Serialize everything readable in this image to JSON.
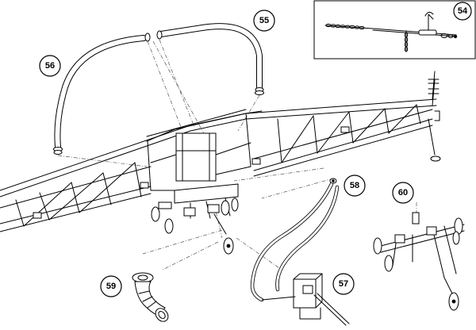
{
  "callouts": [
    {
      "id": "54",
      "label": "54"
    },
    {
      "id": "55",
      "label": "55"
    },
    {
      "id": "56",
      "label": "56"
    },
    {
      "id": "57",
      "label": "57"
    },
    {
      "id": "58",
      "label": "58"
    },
    {
      "id": "59",
      "label": "59"
    },
    {
      "id": "60",
      "label": "60"
    }
  ],
  "colors": {
    "line": "#000000",
    "background": "#ffffff",
    "leader": "#555555"
  }
}
